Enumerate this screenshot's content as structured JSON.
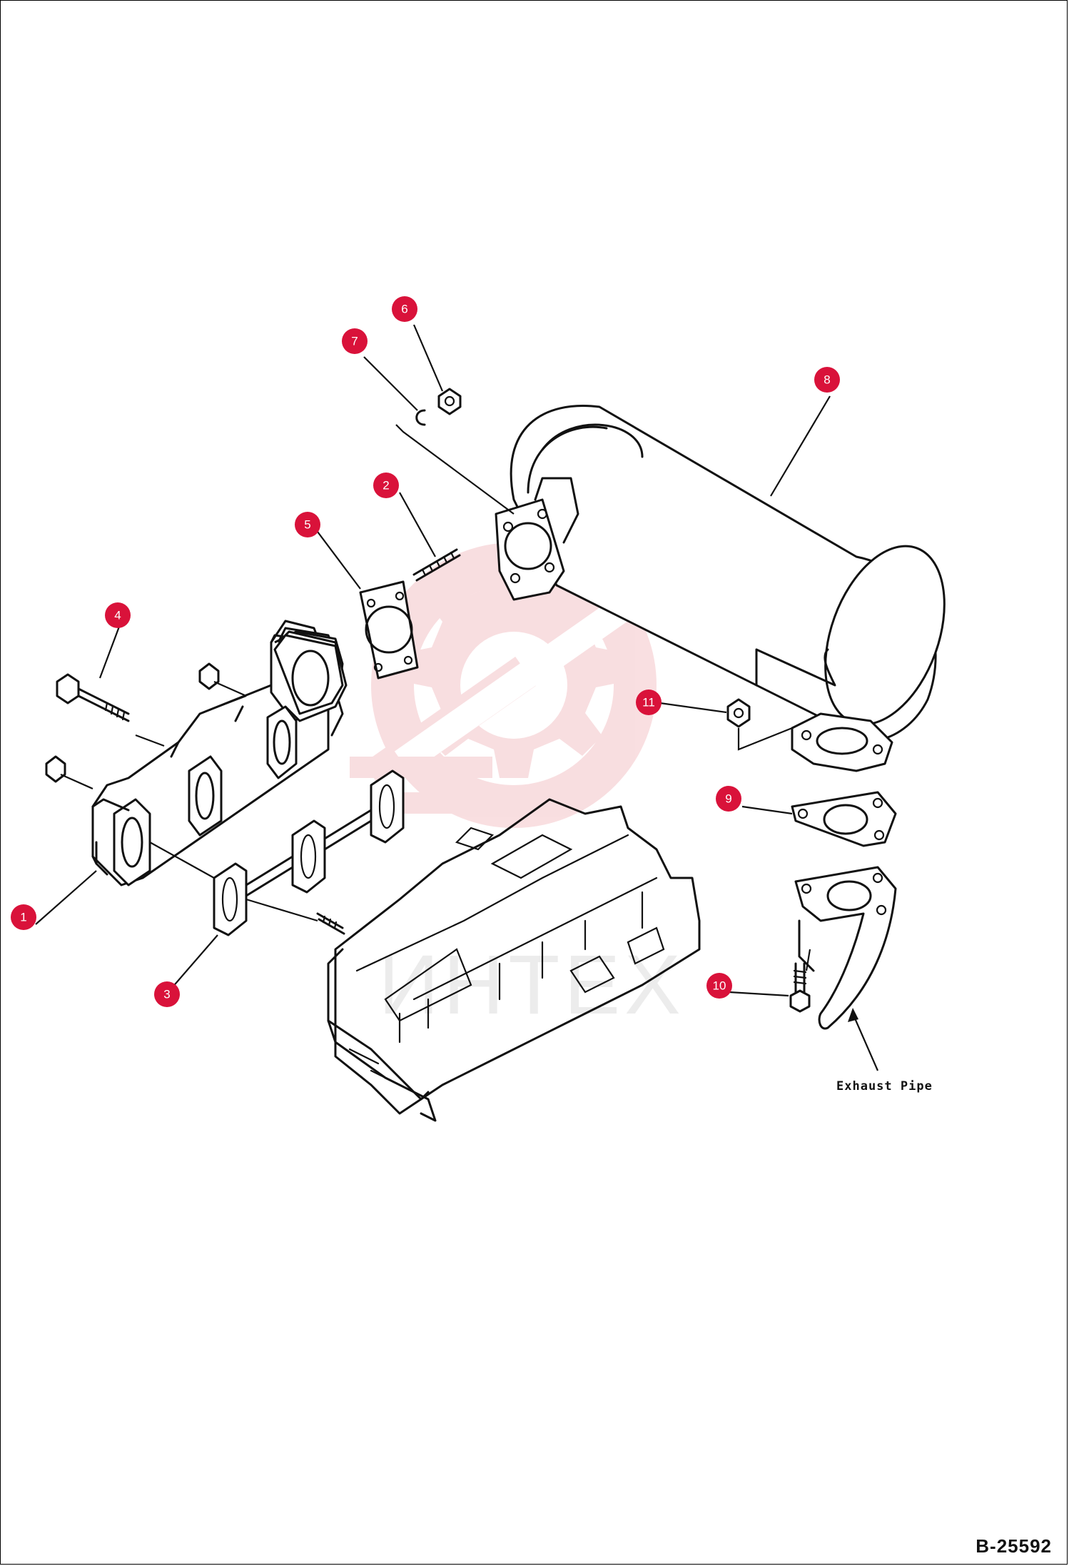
{
  "drawing_number": "B-25592",
  "watermark": "ИНТЕХ",
  "annotation": "Exhaust Pipe",
  "callouts": [
    {
      "number": "1"
    },
    {
      "number": "2"
    },
    {
      "number": "3"
    },
    {
      "number": "4"
    },
    {
      "number": "5"
    },
    {
      "number": "6"
    },
    {
      "number": "7"
    },
    {
      "number": "8"
    },
    {
      "number": "9"
    },
    {
      "number": "10"
    },
    {
      "number": "11"
    }
  ],
  "colors": {
    "callout": "#d9123a",
    "watermark": "#f4c4c8",
    "line": "#111111"
  }
}
